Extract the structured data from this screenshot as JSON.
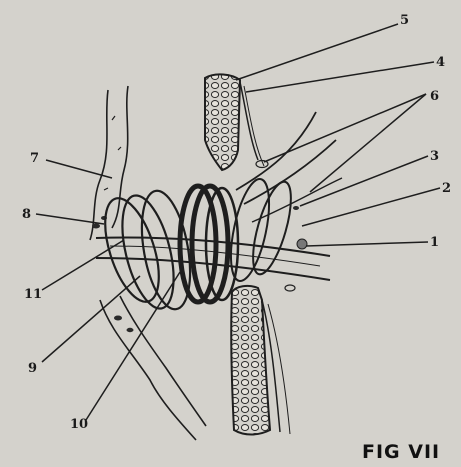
{
  "figure": {
    "caption": "FIG VII",
    "labels": [
      "1",
      "2",
      "3",
      "4",
      "5",
      "6",
      "7",
      "8",
      "9",
      "10",
      "11"
    ]
  }
}
